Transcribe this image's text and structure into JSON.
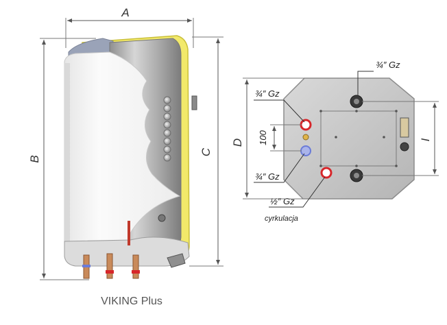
{
  "caption": "VIKING Plus",
  "side_view": {
    "dimension_A": "A",
    "dimension_B": "B",
    "dimension_C": "C"
  },
  "bottom_view": {
    "dimension_D": "D",
    "dimension_I": "I",
    "spacing_label": "100",
    "top_connection": "¾″ Gz",
    "upper_left_connection": "¾″ Gz",
    "lower_left_connection": "¾″ Gz",
    "circulation_connection": "½″ Gz",
    "circulation_label": "cyrkulacja"
  },
  "colors": {
    "insulation": "#f2e96a",
    "tank_steel": "#b9b9b9",
    "hot_port": "#d7262a",
    "cold_port": "#6a7bd8",
    "dimension_line": "#555555"
  }
}
